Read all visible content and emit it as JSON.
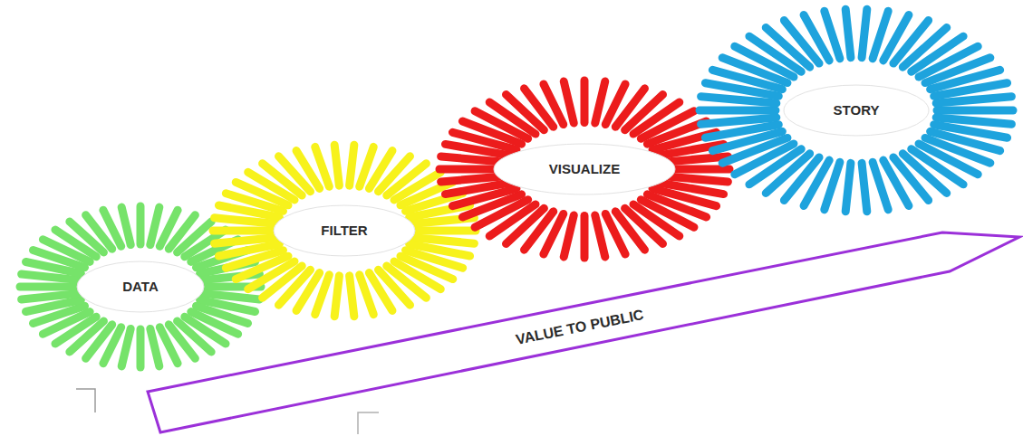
{
  "diagram": {
    "nodes": [
      {
        "text": [
          "DATA"
        ]
      },
      {
        "text": [
          "FILTER"
        ]
      },
      {
        "text": [
          "VISUALIZE"
        ]
      },
      {
        "text": [
          "STORY"
        ]
      },
      {
        "text": [
          "VALUE TO PUBLIC"
        ]
      }
    ]
  }
}
